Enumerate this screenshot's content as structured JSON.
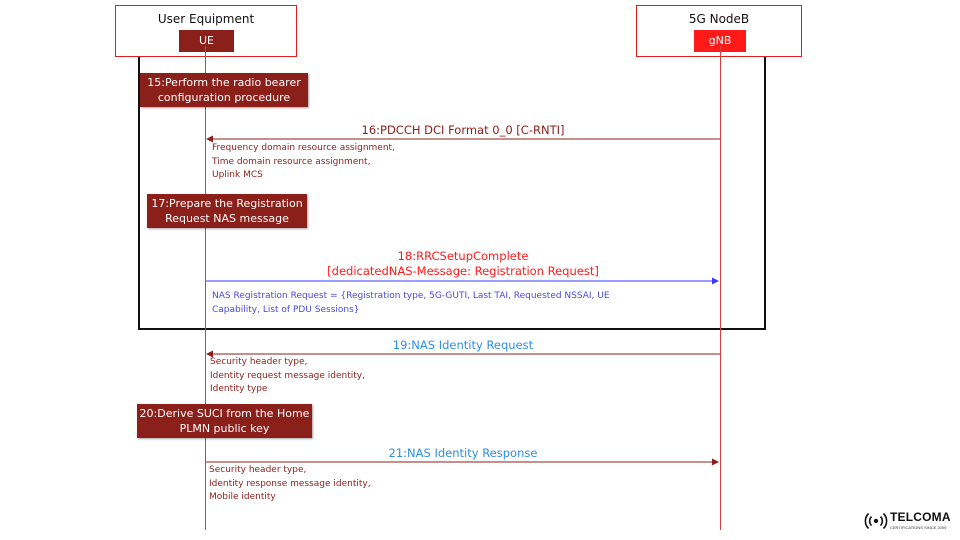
{
  "entities": {
    "ue": {
      "title": "User Equipment",
      "tag": "UE"
    },
    "gnb": {
      "title": "5G NodeB",
      "tag": "gNB"
    }
  },
  "steps": [
    {
      "id": "15",
      "kind": "process",
      "lines": [
        "15:Perform the radio bearer",
        "configuration procedure"
      ]
    },
    {
      "id": "16",
      "kind": "message",
      "direction": "gnb-to-ue",
      "lines": [
        "16:PDCCH DCI Format 0_0 [C-RNTI]"
      ],
      "params": [
        "Frequency domain resource assignment,",
        "Time domain resource assignment,",
        "Uplink MCS"
      ]
    },
    {
      "id": "17",
      "kind": "process",
      "lines": [
        "17:Prepare the Registration",
        "Request NAS message"
      ]
    },
    {
      "id": "18",
      "kind": "message",
      "direction": "ue-to-gnb",
      "lines": [
        "18:RRCSetupComplete",
        "[dedicatedNAS-Message: Registration Request]"
      ],
      "params": [
        "NAS Registration Request = {Registration type, 5G-GUTI, Last TAI, Requested NSSAI, UE",
        "Capability, List of PDU Sessions}"
      ]
    },
    {
      "id": "19",
      "kind": "message",
      "direction": "gnb-to-ue",
      "lines": [
        "19:NAS Identity Request"
      ],
      "params": [
        "Security header type,",
        "Identity request message identity,",
        "Identity type"
      ]
    },
    {
      "id": "20",
      "kind": "process",
      "lines": [
        "20:Derive SUCI from the Home",
        "PLMN public key"
      ]
    },
    {
      "id": "21",
      "kind": "message",
      "direction": "ue-to-gnb",
      "lines": [
        "21:NAS Identity Response"
      ],
      "params": [
        "Security header type,",
        "Identity response message identity,",
        "Mobile identity"
      ]
    }
  ],
  "colors": {
    "entity_border": "#e02020",
    "ue_tag": "#8b1f1a",
    "gnb_tag": "#ff1a1a",
    "process_fill": "#8b1f1a",
    "msg16_label": "#8b1f1a",
    "msg18_label": "#ff1a1a",
    "msg18_arrow": "#3a3aff",
    "msg18_params": "#4a4ad8",
    "msg19_21_label": "#2e8ee6",
    "params_dark_red": "#8b1f1a",
    "lifeline_ue": "#d04040",
    "lifeline_gnb": "#d04040"
  },
  "logo": {
    "name": "TELCOMA",
    "tagline": "CERTIFICATIONS SINCE 2009"
  }
}
